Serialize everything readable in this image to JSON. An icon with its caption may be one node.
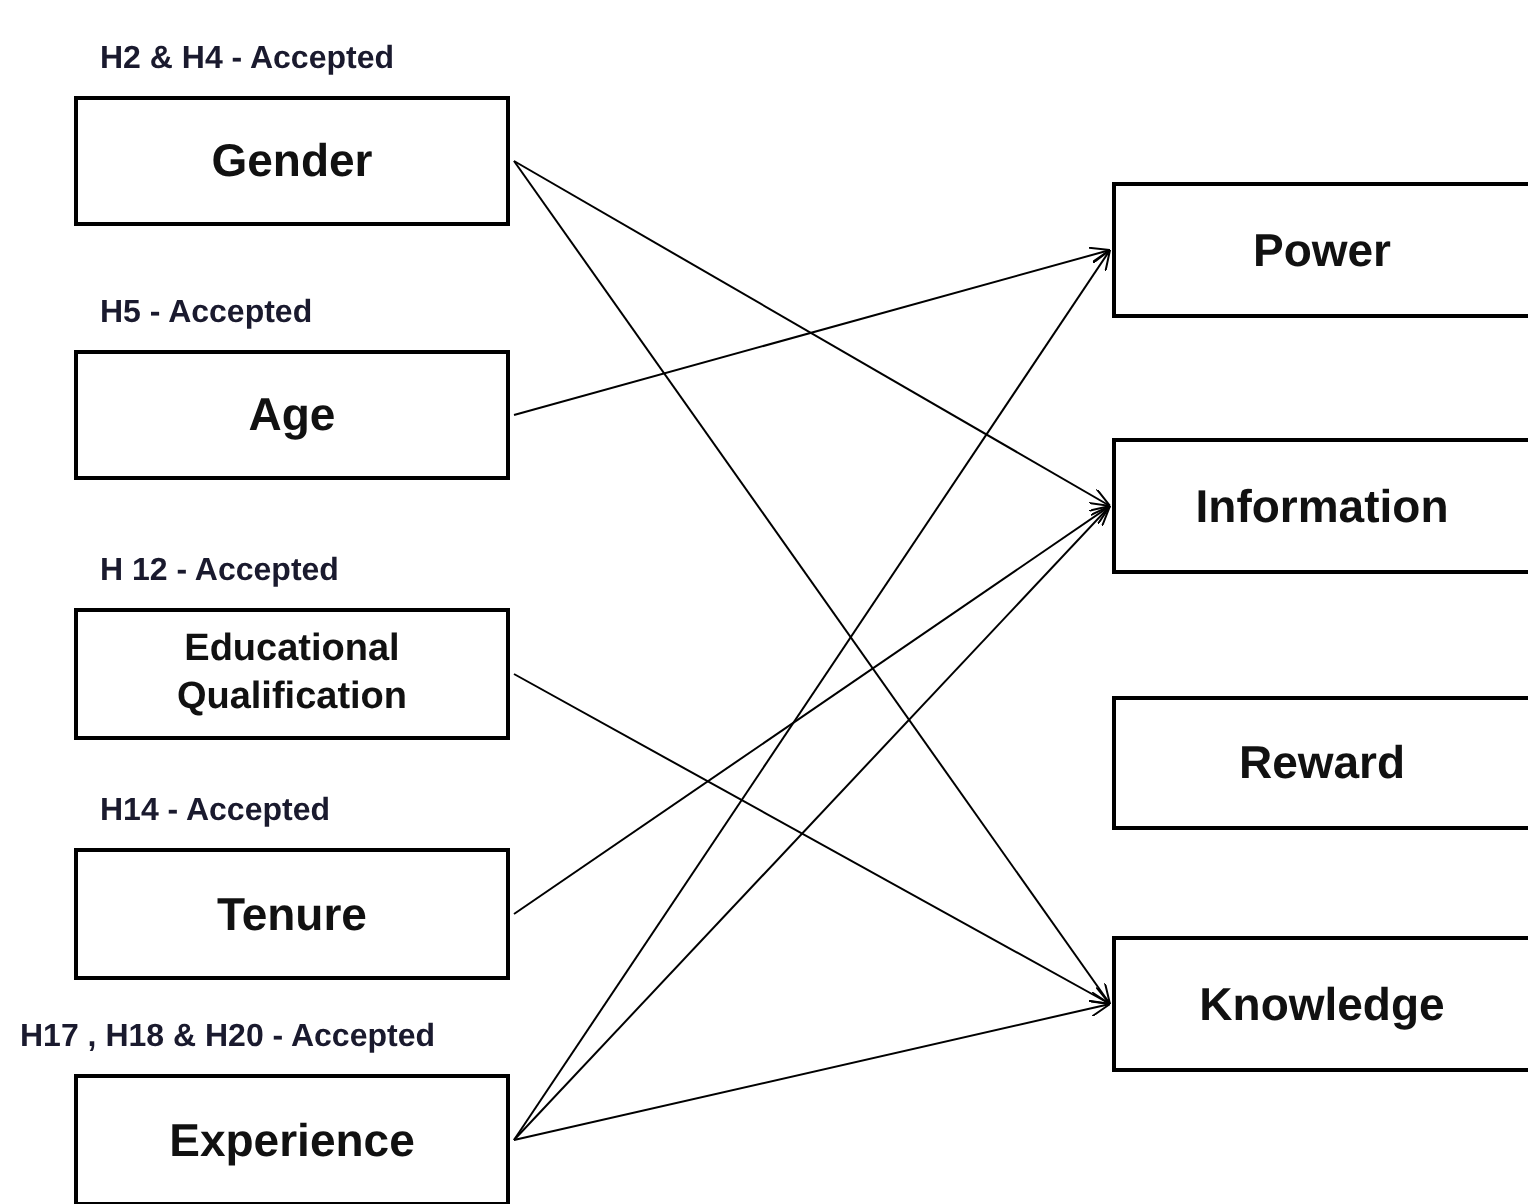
{
  "diagram": {
    "nodes": [
      {
        "text": [
          "Gender"
        ],
        "beside": [
          "H2 & H4 - Accepted"
        ]
      },
      {
        "text": [
          "Age"
        ],
        "beside": [
          "H5 - Accepted"
        ]
      },
      {
        "text": [
          "Educational Qualification"
        ],
        "beside": [
          "H 12 - Accepted"
        ]
      },
      {
        "text": [
          "Tenure"
        ],
        "beside": [
          "H14 - Accepted"
        ]
      },
      {
        "text": [
          "Experience"
        ],
        "beside": [
          "H17 , H18 & H20 - Accepted"
        ]
      },
      {
        "text": [
          "Power"
        ]
      },
      {
        "text": [
          "Information"
        ]
      },
      {
        "text": [
          "Reward"
        ]
      },
      {
        "text": [
          "Knowledge"
        ]
      }
    ],
    "edges": [
      {
        "from": 0,
        "to": 6,
        "arrow": "to"
      },
      {
        "from": 0,
        "to": 8,
        "arrow": "to"
      },
      {
        "from": 1,
        "to": 5,
        "arrow": "to"
      },
      {
        "from": 2,
        "to": 8,
        "arrow": "to"
      },
      {
        "from": 3,
        "to": 6,
        "arrow": "to"
      },
      {
        "from": 4,
        "to": 5,
        "arrow": "to"
      },
      {
        "from": 4,
        "to": 6,
        "arrow": "to"
      },
      {
        "from": 4,
        "to": 8,
        "arrow": "to"
      }
    ]
  }
}
